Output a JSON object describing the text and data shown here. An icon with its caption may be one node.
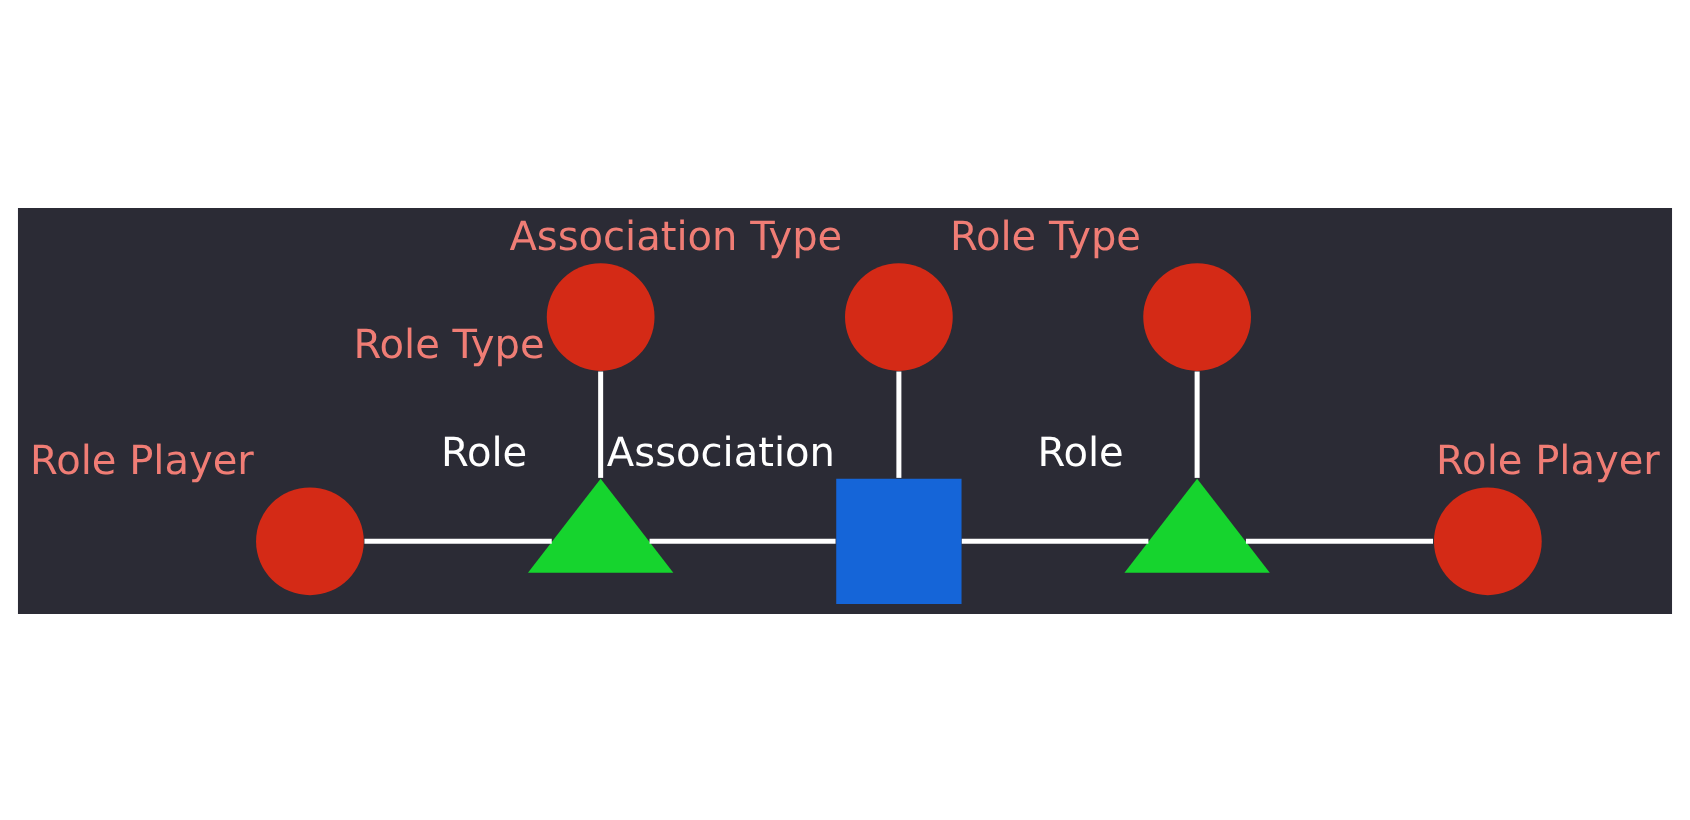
{
  "diagram": {
    "nodes": [
      {
        "text": [
          "Association Type"
        ]
      },
      {
        "text": [
          "Role Type"
        ]
      },
      {
        "text": [
          "Role Type"
        ]
      },
      {
        "text": [
          "Role Player"
        ]
      },
      {
        "text": [
          "Role"
        ]
      },
      {
        "text": [
          "Association"
        ]
      },
      {
        "text": [
          "Role"
        ]
      },
      {
        "text": [
          "Role Player"
        ]
      }
    ],
    "edges": [
      {
        "from": 0,
        "to": 5,
        "arrow": "none"
      },
      {
        "from": 1,
        "to": 4,
        "arrow": "none"
      },
      {
        "from": 2,
        "to": 6,
        "arrow": "none"
      },
      {
        "from": 3,
        "to": 4,
        "arrow": "none"
      },
      {
        "from": 4,
        "to": 5,
        "arrow": "none"
      },
      {
        "from": 5,
        "to": 6,
        "arrow": "none"
      },
      {
        "from": 6,
        "to": 7,
        "arrow": "none"
      }
    ]
  }
}
